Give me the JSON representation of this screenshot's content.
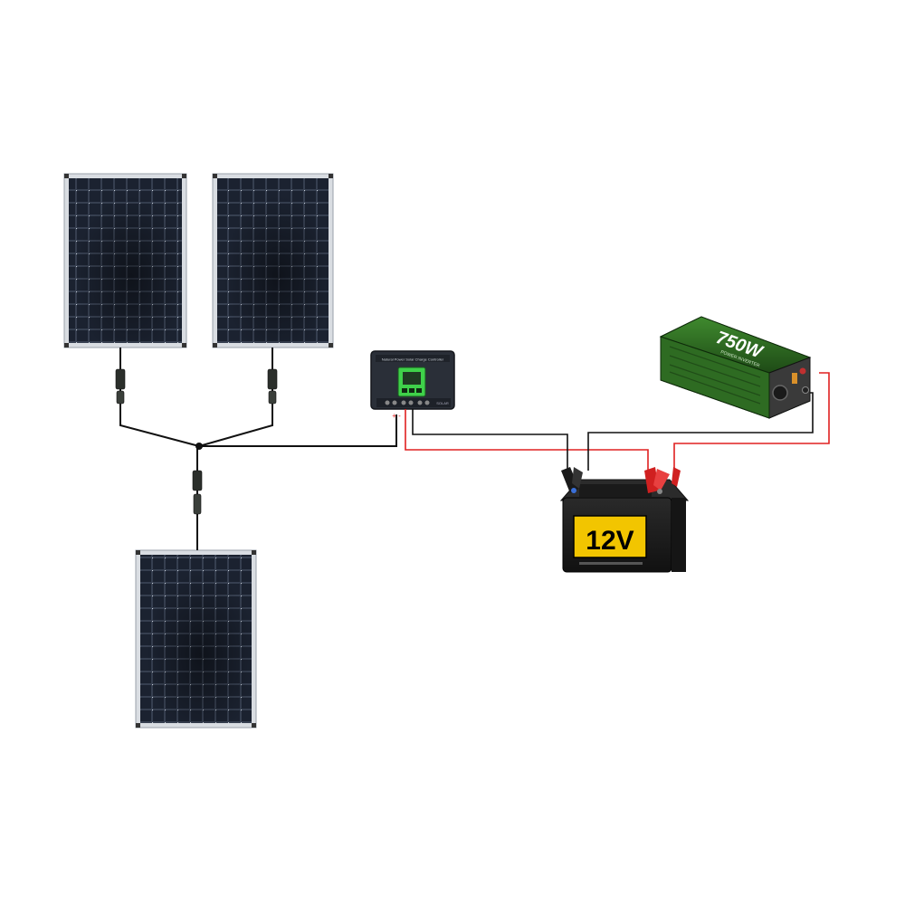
{
  "diagram": {
    "battery": {
      "label": "12V"
    },
    "inverter": {
      "label_main": "750W",
      "label_sub": "POWER INVERTER"
    },
    "controller": {
      "label": "Natural Power Solar Charge Controller",
      "bottom_label": "SOLAR",
      "plus_minus": "+ -"
    }
  },
  "colors": {
    "panel_cells": "#1b2230",
    "panel_frame": "#d9dde2",
    "wire_black": "#111111",
    "wire_red": "#e02020",
    "battery_body": "#1c1c1c",
    "battery_label_bg": "#f2c500",
    "inverter_body": "#2e6b22",
    "controller_body": "#2a2f38",
    "controller_screen": "#3fd14a"
  },
  "icons": [
    "solar-panel-icon",
    "mc4-connector-icon",
    "charge-controller-icon",
    "battery-icon",
    "inverter-icon",
    "clamp-icon"
  ]
}
